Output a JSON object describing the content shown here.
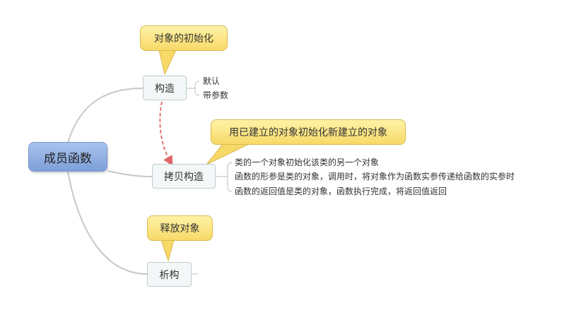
{
  "root": {
    "label": "成员函数"
  },
  "branches": [
    {
      "label": "构造",
      "callout": "对象的初始化",
      "children": [
        "默认",
        "带参数"
      ]
    },
    {
      "label": "拷贝构造",
      "callout": "用已建立的对象初始化新建立的对象",
      "children": [
        "类的一个对象初始化该类的另一个对象",
        "函数的形参是类的对象，调用时，将对象作为函数实参传递给函数的实参时",
        "函数的返回值是类的对象，函数执行完成，将返回值返回"
      ]
    },
    {
      "label": "析构",
      "callout": "释放对象",
      "children": []
    }
  ],
  "colors": {
    "branch_line": "#c8c8c8",
    "relation_arrow": "#e0686a"
  }
}
